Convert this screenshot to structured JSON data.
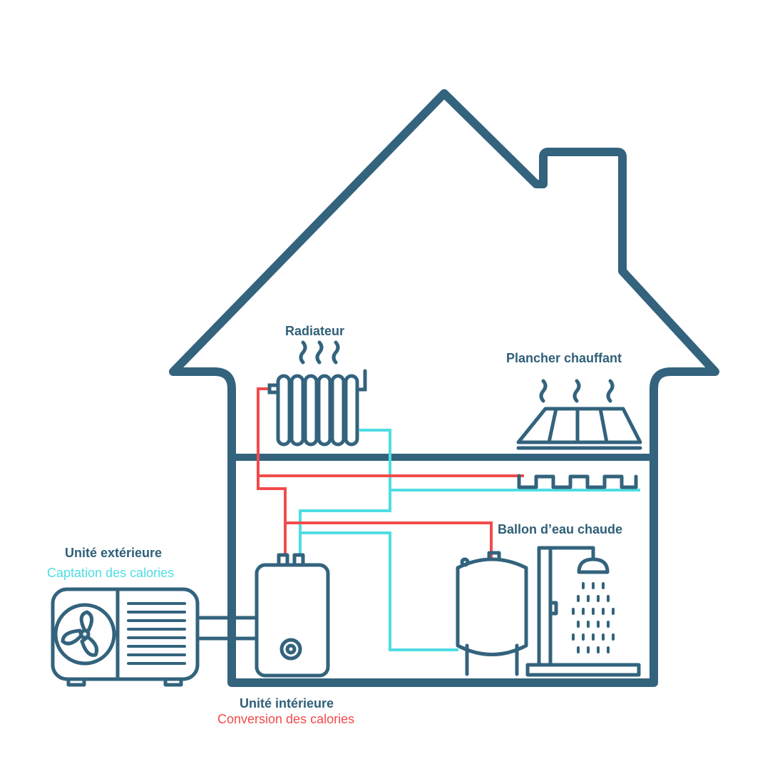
{
  "colors": {
    "structure": "#33637d",
    "cold_pipe": "#4fdde3",
    "hot_pipe": "#f24b4b",
    "background": "#ffffff"
  },
  "labels": {
    "radiator": "Radiateur",
    "floor_heating": "Plancher chauffant",
    "hot_water_tank": "Ballon d’eau chaude",
    "outdoor_unit_title": "Unité extérieure",
    "outdoor_unit_subtitle": "Captation des calories",
    "indoor_unit_title": "Unité intérieure",
    "indoor_unit_subtitle": "Conversion des calories"
  },
  "icons": {
    "house": "house-outline-icon",
    "radiator": "radiator-icon",
    "floor": "floor-heating-icon",
    "tank": "water-tank-icon",
    "shower": "shower-icon",
    "outdoor": "outdoor-unit-fan-icon",
    "indoor": "indoor-unit-icon"
  }
}
